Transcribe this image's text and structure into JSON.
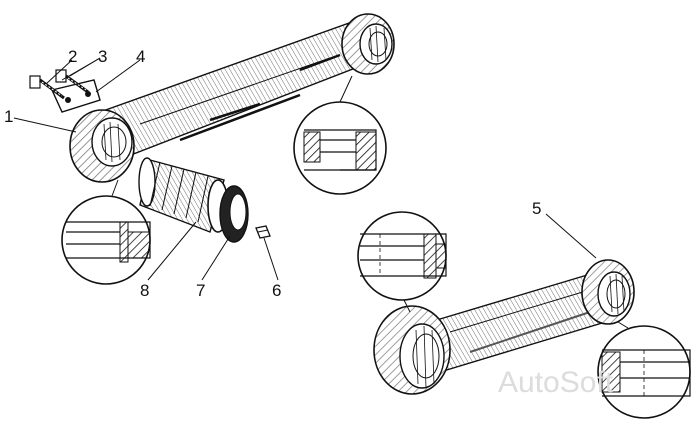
{
  "labels": {
    "l1": "1",
    "l2": "2",
    "l3": "3",
    "l4": "4",
    "l5": "5",
    "l6": "6",
    "l7": "7",
    "l8": "8"
  },
  "watermark": "AutoSoft",
  "colors": {
    "ink": "#111111",
    "paper": "#ffffff",
    "watermark": "#dcdcdc"
  }
}
